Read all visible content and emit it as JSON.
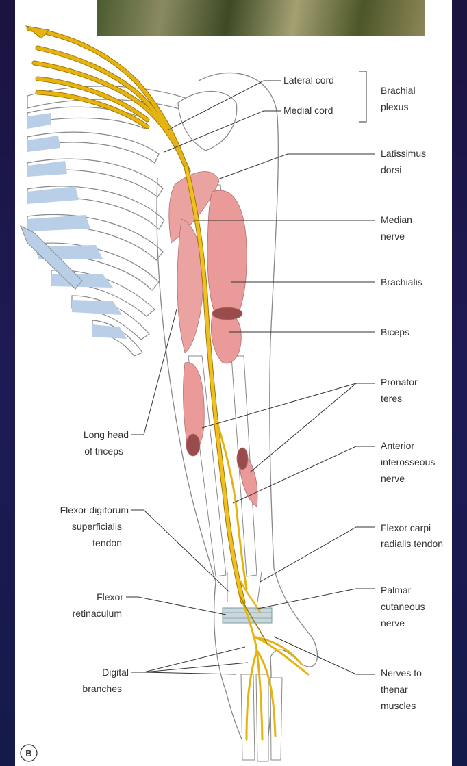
{
  "labels": {
    "lateral_cord": "Lateral cord",
    "medial_cord": "Medial cord",
    "brachial_plexus": [
      "Brachial",
      "plexus"
    ],
    "latissimus_dorsi": [
      "Latissimus",
      "dorsi"
    ],
    "median_nerve": [
      "Median",
      "nerve"
    ],
    "brachialis": "Brachialis",
    "biceps": "Biceps",
    "pronator_teres": [
      "Pronator",
      "teres"
    ],
    "anterior_interosseous_nerve": [
      "Anterior",
      "interosseous",
      "nerve"
    ],
    "flexor_carpi_radialis_tendon": [
      "Flexor carpi",
      "radialis tendon"
    ],
    "palmar_cutaneous_nerve": [
      "Palmar",
      "cutaneous",
      "nerve"
    ],
    "nerves_to_thenar_muscles": [
      "Nerves to",
      "thenar",
      "muscles"
    ],
    "long_head_of_triceps": [
      "Long head",
      "of triceps"
    ],
    "flexor_digitorum_superficialis_tendon": [
      "Flexor digitorum",
      "superficialis",
      "tendon"
    ],
    "flexor_retinaculum": [
      "Flexor",
      "retinaculum"
    ],
    "digital_branches": [
      "Digital",
      "branches"
    ]
  },
  "panel_badge": "B",
  "colors": {
    "background": "#1b1440",
    "nerve": "#e6b412",
    "muscle": "#e99a99",
    "muscle_dark": "#9a4b4b",
    "cartilage": "#b9cfe8",
    "outline": "#888888"
  }
}
